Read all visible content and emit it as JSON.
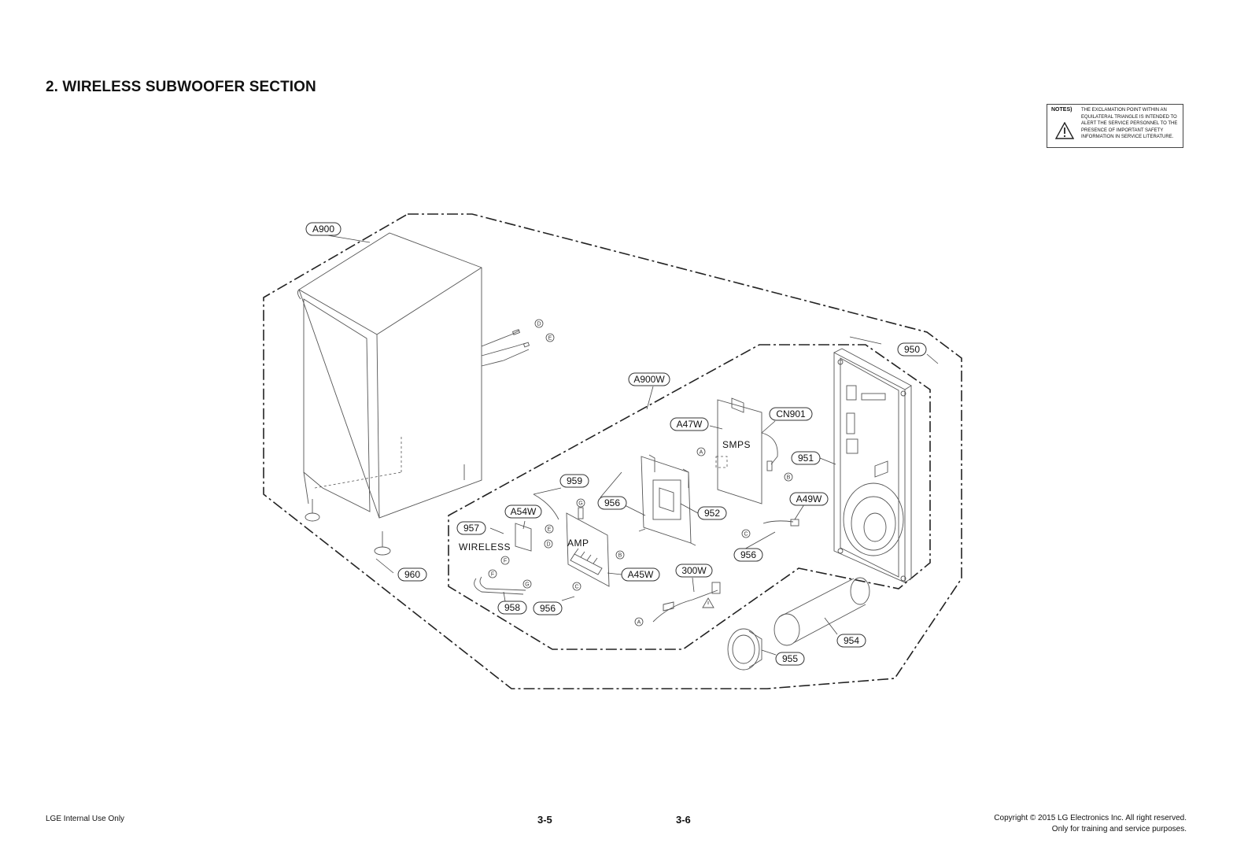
{
  "page": {
    "title": "2. WIRELESS SUBWOOFER SECTION"
  },
  "notes": {
    "heading": "NOTES)",
    "text": "THE EXCLAMATION POINT WITHIN AN EQUILATERAL TRIANGLE IS INTENDED TO ALERT THE SERVICE PERSONNEL TO THE PRESENCE OF IMPORTANT SAFETY INFORMATION IN SERVICE LITERATURE.",
    "icon": "warning-triangle-icon"
  },
  "parts": {
    "a900": "A900",
    "a900w": "A900W",
    "a47w": "A47W",
    "cn901": "CN901",
    "p950": "950",
    "p951": "951",
    "a49w": "A49W",
    "p959": "959",
    "p956_1": "956",
    "p952": "952",
    "a54w": "A54W",
    "p957": "957",
    "p960": "960",
    "p956_2": "956",
    "a45w": "A45W",
    "p300w": "300W",
    "p958": "958",
    "p956_3": "956",
    "p954": "954",
    "p955": "955"
  },
  "board_labels": {
    "smps": "SMPS",
    "amp": "AMP",
    "wireless": "WIRELESS"
  },
  "connectors": {
    "a": "A",
    "b": "B",
    "c": "C",
    "d": "D",
    "e": "E",
    "f": "F",
    "g": "G"
  },
  "footer": {
    "left": "LGE Internal Use Only",
    "page_left": "3-5",
    "page_right": "3-6",
    "copyright": "Copyright © 2015 LG Electronics Inc. All right reserved.",
    "usage": "Only for training and service purposes."
  }
}
